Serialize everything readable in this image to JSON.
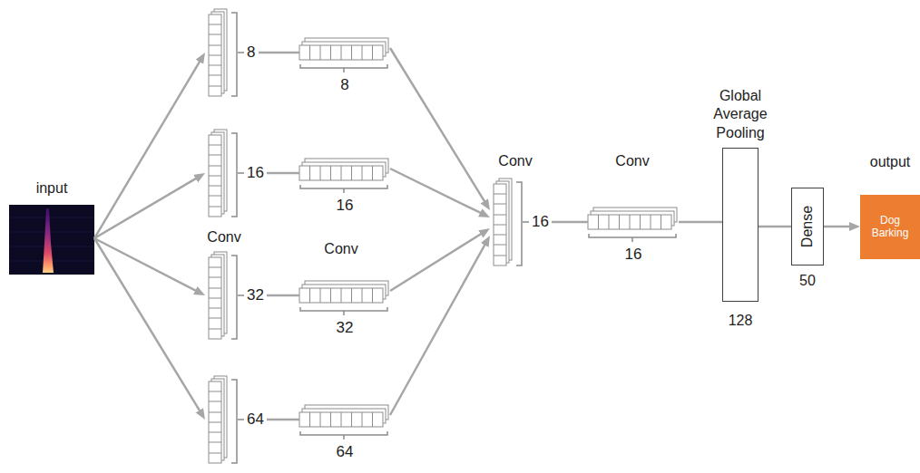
{
  "diagram": {
    "nodes": [
      {
        "text": [
          "input"
        ]
      },
      {
        "text": [
          "8"
        ]
      },
      {
        "text": [
          "8"
        ]
      },
      {
        "text": [
          "16"
        ]
      },
      {
        "text": [
          "16"
        ]
      },
      {
        "text": [
          "32"
        ]
      },
      {
        "text": [
          "32"
        ]
      },
      {
        "text": [
          "64"
        ]
      },
      {
        "text": [
          "64"
        ]
      },
      {
        "text": [
          "16"
        ]
      },
      {
        "text": [
          "16"
        ]
      },
      {
        "text": [
          "Global Average Pooling",
          "128"
        ]
      },
      {
        "text": [
          "Dense",
          "50"
        ]
      },
      {
        "text": [
          "output",
          "Dog Barking"
        ]
      }
    ],
    "edges": [
      {
        "from": 0,
        "to": 1,
        "arrow": "to"
      },
      {
        "from": 0,
        "to": 3,
        "arrow": "to"
      },
      {
        "from": 0,
        "to": 5,
        "arrow": "to"
      },
      {
        "from": 0,
        "to": 7,
        "arrow": "to"
      },
      {
        "from": 1,
        "to": 2,
        "arrow": "none"
      },
      {
        "from": 3,
        "to": 4,
        "arrow": "none"
      },
      {
        "from": 5,
        "to": 6,
        "arrow": "none"
      },
      {
        "from": 7,
        "to": 8,
        "arrow": "none"
      },
      {
        "from": 2,
        "to": 9,
        "arrow": "to"
      },
      {
        "from": 4,
        "to": 9,
        "arrow": "to"
      },
      {
        "from": 6,
        "to": 9,
        "arrow": "to"
      },
      {
        "from": 8,
        "to": 9,
        "arrow": "to"
      },
      {
        "from": 9,
        "to": 10,
        "arrow": "none"
      },
      {
        "from": 10,
        "to": 11,
        "arrow": "none"
      },
      {
        "from": 11,
        "to": 12,
        "arrow": "none"
      },
      {
        "from": 12,
        "to": 13,
        "arrow": "to"
      }
    ],
    "labels": [
      "Conv",
      "Conv",
      "Conv",
      "Conv"
    ]
  }
}
